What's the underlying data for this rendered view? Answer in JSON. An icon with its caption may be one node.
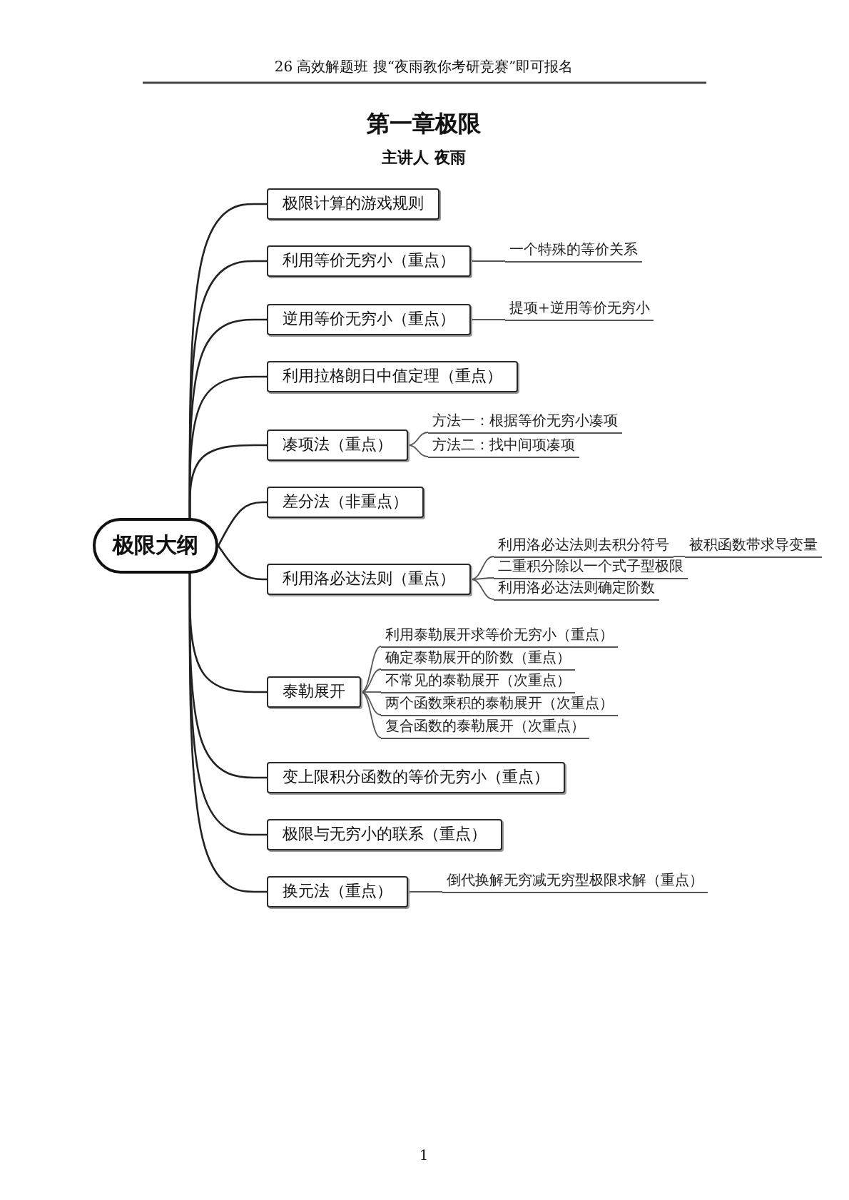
{
  "diagram": {
    "title": "第一章极限",
    "nodes": [
      {
        "text": [
          "极限大纲"
        ]
      },
      {
        "text": [
          "极限计算的游戏规则"
        ]
      },
      {
        "text": [
          "利用等价无穷小（重点）"
        ]
      },
      {
        "text": [
          "一个特殊的等价关系"
        ]
      },
      {
        "text": [
          "逆用等价无穷小（重点）"
        ]
      },
      {
        "text": [
          "提项+逆用等价无穷小"
        ]
      },
      {
        "text": [
          "利用拉格朗日中值定理（重点）"
        ]
      },
      {
        "text": [
          "凑项法（重点）"
        ]
      },
      {
        "text": [
          "方法一：根据等价无穷小凑项"
        ]
      },
      {
        "text": [
          "方法二：找中间项凑项"
        ]
      },
      {
        "text": [
          "差分法（非重点）"
        ]
      },
      {
        "text": [
          "利用洛必达法则（重点）"
        ]
      },
      {
        "text": [
          "利用洛必达法则去积分符号"
        ]
      },
      {
        "text": [
          "被积函数带求导变量"
        ]
      },
      {
        "text": [
          "二重积分除以一个式子型极限"
        ]
      },
      {
        "text": [
          "利用洛必达法则确定阶数"
        ]
      },
      {
        "text": [
          "泰勒展开"
        ]
      },
      {
        "text": [
          "利用泰勒展开求等价无穷小（重点）"
        ]
      },
      {
        "text": [
          "确定泰勒展开的阶数（重点）"
        ]
      },
      {
        "text": [
          "不常见的泰勒展开（次重点）"
        ]
      },
      {
        "text": [
          "两个函数乘积的泰勒展开（次重点）"
        ]
      },
      {
        "text": [
          "复合函数的泰勒展开（次重点）"
        ]
      },
      {
        "text": [
          "变上限积分函数的等价无穷小（重点）"
        ]
      },
      {
        "text": [
          "极限与无穷小的联系（重点）"
        ]
      },
      {
        "text": [
          "换元法（重点）"
        ]
      },
      {
        "text": [
          "倒代换解无穷减无穷型极限求解（重点）"
        ]
      }
    ],
    "edges": [
      {
        "from": 0,
        "to": 1,
        "arrow": "none"
      },
      {
        "from": 0,
        "to": 2,
        "arrow": "none"
      },
      {
        "from": 2,
        "to": 3,
        "arrow": "none"
      },
      {
        "from": 0,
        "to": 4,
        "arrow": "none"
      },
      {
        "from": 4,
        "to": 5,
        "arrow": "none"
      },
      {
        "from": 0,
        "to": 6,
        "arrow": "none"
      },
      {
        "from": 0,
        "to": 7,
        "arrow": "none"
      },
      {
        "from": 7,
        "to": 8,
        "arrow": "none"
      },
      {
        "from": 7,
        "to": 9,
        "arrow": "none"
      },
      {
        "from": 0,
        "to": 10,
        "arrow": "none"
      },
      {
        "from": 0,
        "to": 11,
        "arrow": "none"
      },
      {
        "from": 11,
        "to": 12,
        "arrow": "none"
      },
      {
        "from": 12,
        "to": 13,
        "arrow": "none"
      },
      {
        "from": 11,
        "to": 14,
        "arrow": "none"
      },
      {
        "from": 11,
        "to": 15,
        "arrow": "none"
      },
      {
        "from": 0,
        "to": 16,
        "arrow": "none"
      },
      {
        "from": 16,
        "to": 17,
        "arrow": "none"
      },
      {
        "from": 16,
        "to": 18,
        "arrow": "none"
      },
      {
        "from": 16,
        "to": 19,
        "arrow": "none"
      },
      {
        "from": 16,
        "to": 20,
        "arrow": "none"
      },
      {
        "from": 16,
        "to": 21,
        "arrow": "none"
      },
      {
        "from": 0,
        "to": 22,
        "arrow": "none"
      },
      {
        "from": 0,
        "to": 23,
        "arrow": "none"
      },
      {
        "from": 0,
        "to": 24,
        "arrow": "none"
      },
      {
        "from": 24,
        "to": 25,
        "arrow": "none"
      }
    ],
    "labels": [
      "26 高效解题班 搜“夜雨教你考研竞赛”即可报名",
      "主讲人 夜雨",
      "1"
    ]
  }
}
